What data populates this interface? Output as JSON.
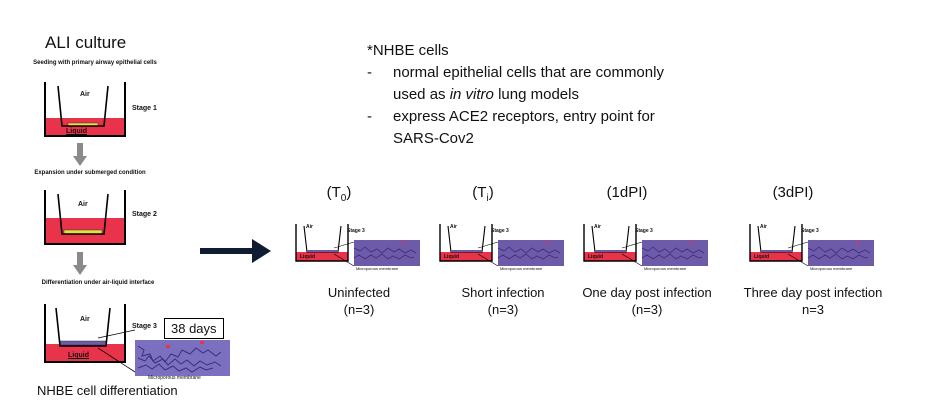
{
  "left": {
    "title": "ALI culture",
    "seeding": "Seeding with primary airway epithelial cells",
    "expansion": "Expansion under submerged condition",
    "differentiation": "Differentiation under air-liquid interface",
    "air": "Air",
    "liquid": "Liquid",
    "stage1": "Stage 1",
    "stage2": "Stage 2",
    "stage3": "Stage 3",
    "days": "38 days",
    "membrane": "Microporous membrane",
    "caption": "NHBE cell differentiation"
  },
  "notes": {
    "heading": "*NHBE cells",
    "bullet1_a": "normal epithelial cells that are commonly",
    "bullet1_b_pre": "used as ",
    "bullet1_b_em": "in vitro",
    "bullet1_b_post": " lung models",
    "bullet2_a": "express ACE2 receptors, entry point for",
    "bullet2_b": "SARS-Cov2",
    "dash": "-"
  },
  "timepoints": [
    {
      "label_main": "(T",
      "label_sub": "0",
      "label_end": ")",
      "cond": "Uninfected",
      "n": "(n=3)"
    },
    {
      "label_main": "(T",
      "label_sub": "i",
      "label_end": ")",
      "cond": "Short infection",
      "n": "(n=3)"
    },
    {
      "label_main": "(1dPI)",
      "label_sub": "",
      "label_end": "",
      "cond": "One day post infection",
      "n": "(n=3)"
    },
    {
      "label_main": "(3dPI)",
      "label_sub": "",
      "label_end": "",
      "cond": "Three day post infection",
      "n": "n=3"
    }
  ],
  "mini": {
    "air": "Air",
    "liquid": "Liquid",
    "stage": "Stage 3",
    "membrane": "Microporous membrane"
  },
  "colors": {
    "liquid": "#e8334a",
    "cells": "#6d5aa8",
    "arrow_gray": "#8a8a8a",
    "arrow_dark": "#0f1c33"
  }
}
